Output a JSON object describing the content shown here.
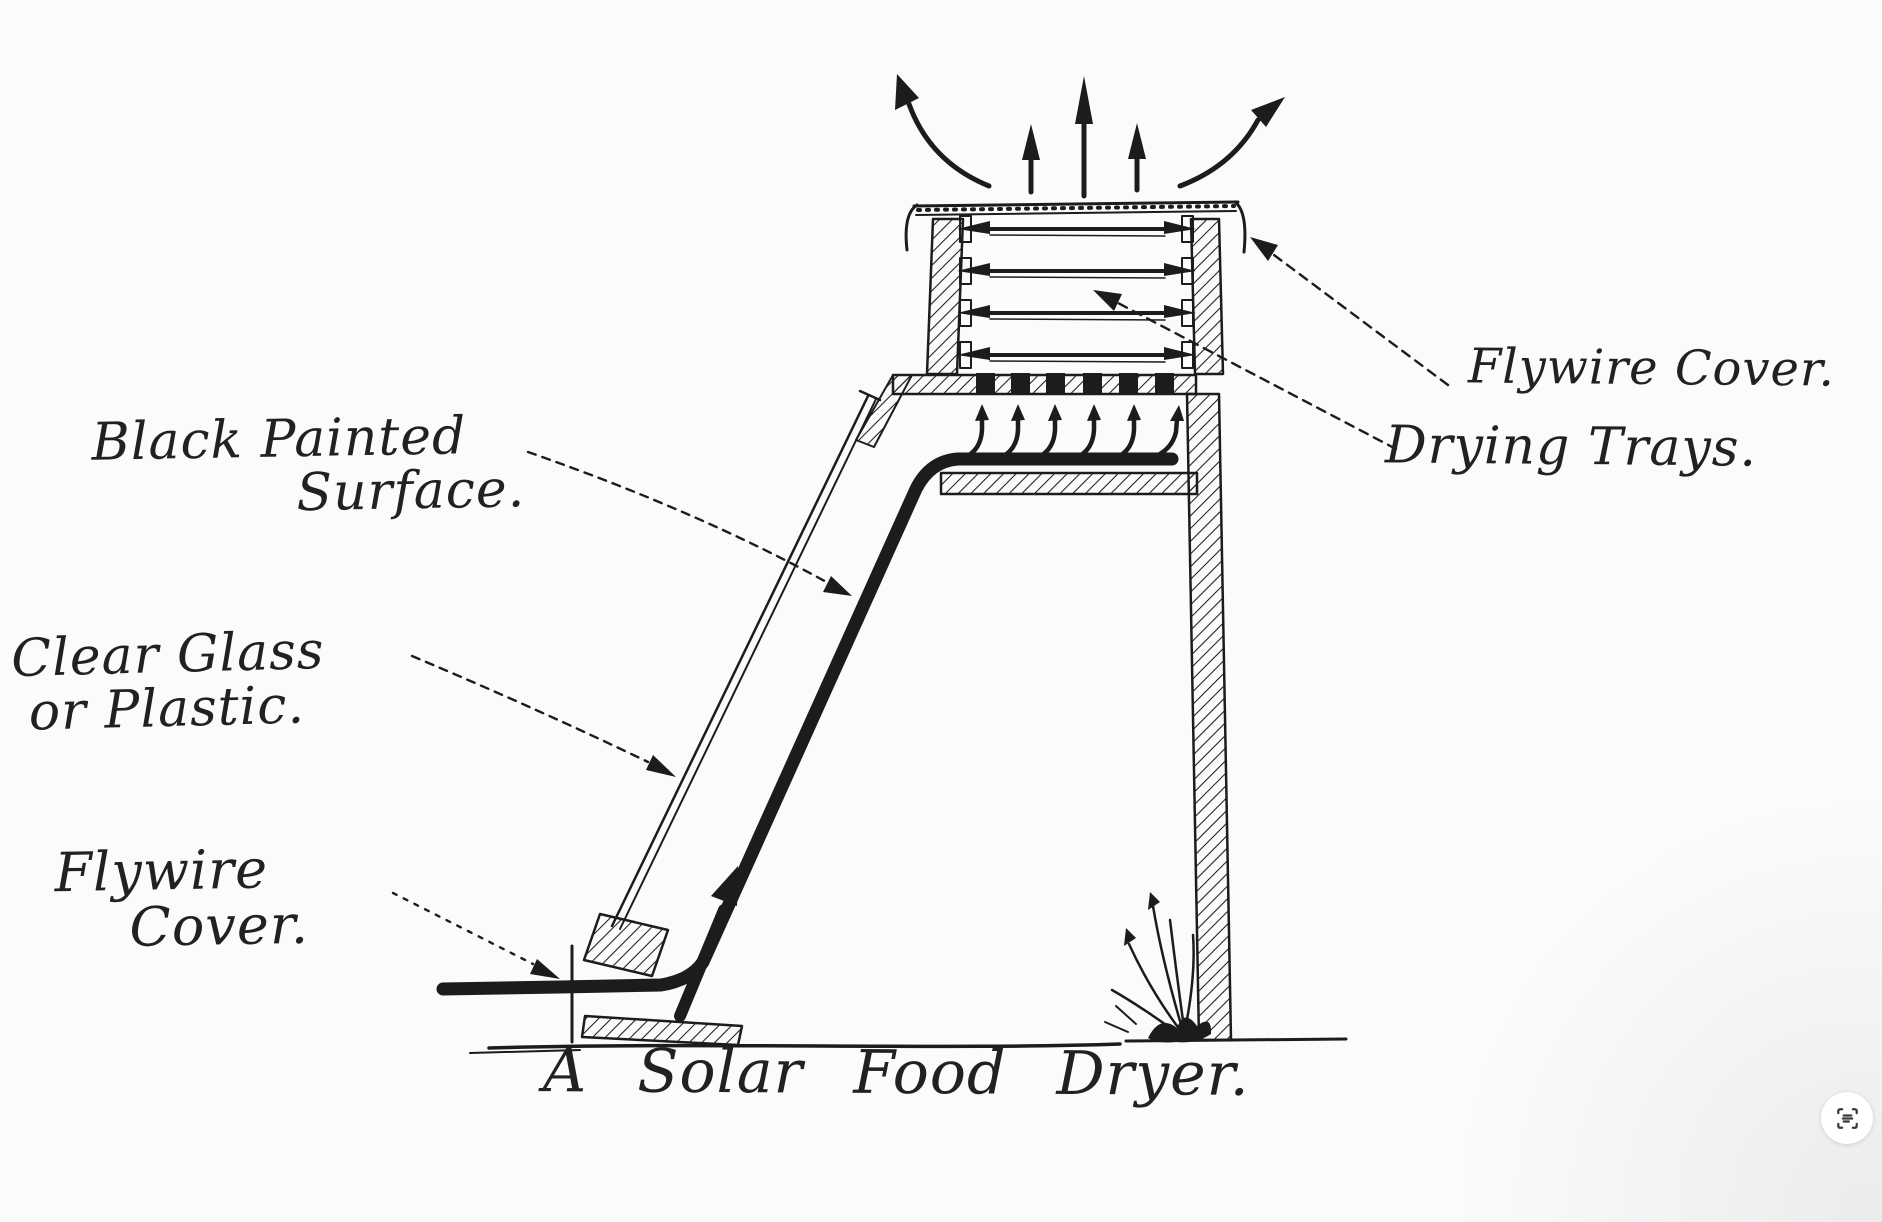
{
  "diagram": {
    "title": "A Solar Food Dryer.",
    "labels": {
      "black_painted": {
        "line1": "Black Painted",
        "line2": "Surface."
      },
      "clear_glass": {
        "line1": "Clear Glass",
        "line2": "or Plastic."
      },
      "flywire_inlet": {
        "line1": "Flywire",
        "line2": "Cover."
      },
      "flywire_top": "Flywire Cover.",
      "drying_trays": "Drying Trays."
    }
  },
  "controls": {
    "scan_button": {
      "icon": "scan-text-icon"
    }
  },
  "colors": {
    "ink": "#1c1c1c",
    "paper": "#fbfbfa",
    "button_bg": "#ffffff",
    "button_icon": "#3a3a3a",
    "corner_shade": "#ececec"
  }
}
